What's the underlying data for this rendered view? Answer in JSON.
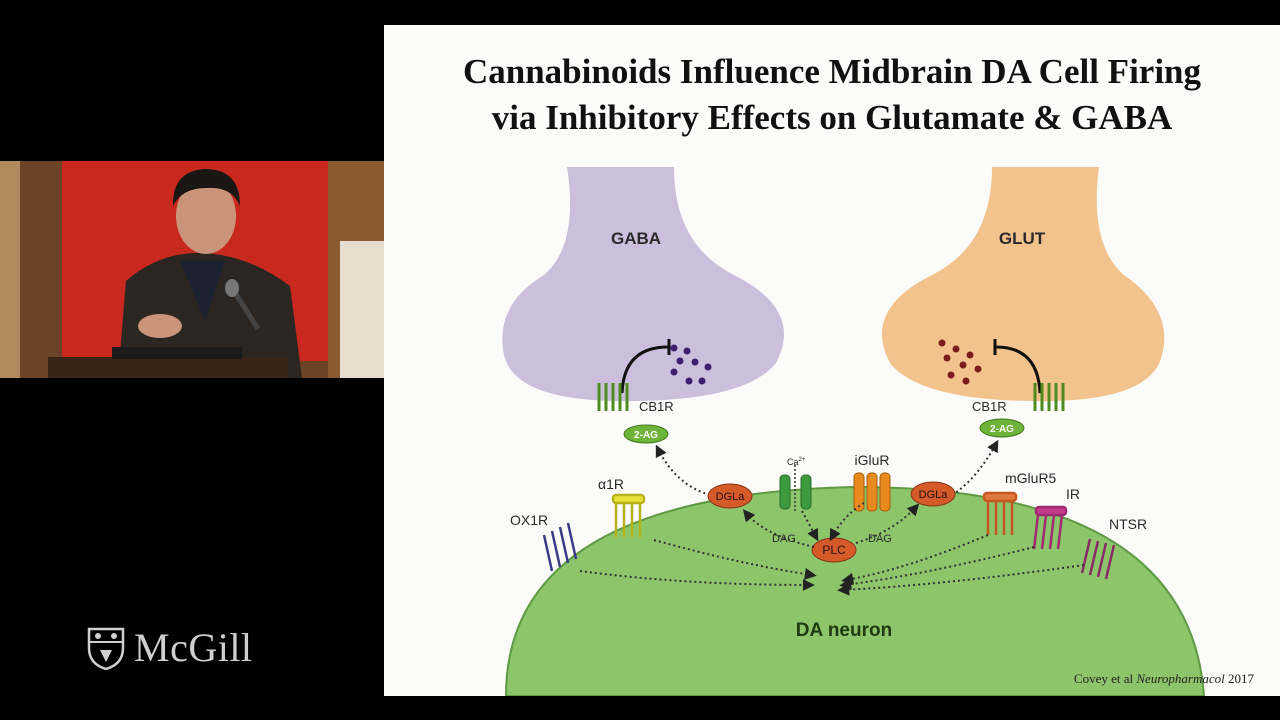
{
  "slide": {
    "title_line1": "Cannabinoids Influence Midbrain DA Cell Firing",
    "title_line2": "via Inhibitory Effects on Glutamate & GABA",
    "citation_authors": "Covey et al ",
    "citation_journal": "Neuropharmacol",
    "citation_year": " 2017"
  },
  "diagram": {
    "gaba_terminal": "GABA",
    "glut_terminal": "GLUT",
    "cb1r_left": "CB1R",
    "cb1r_right": "CB1R",
    "two_ag_left": "2-AG",
    "two_ag_right": "2-AG",
    "dgla_left": "DGLa",
    "dgla_right": "DGLa",
    "ca2": "Ca",
    "ca2_sup": "2+",
    "iglur": "iGluR",
    "a1r": "α1R",
    "ox1r": "OX1R",
    "mglur5": "mGluR5",
    "ir": "IR",
    "ntsr": "NTSR",
    "dag_left": "DAG",
    "dag_right": "DAG",
    "plc": "PLC",
    "neuron": "DA neuron"
  },
  "logo": {
    "name": "McGill"
  },
  "colors": {
    "gaba_terminal": "#cbbfdc",
    "glut_terminal": "#f2c38c",
    "neuron": "#8cc56a",
    "cb1r": "#7dbd3c",
    "dgla": "#d45a2a",
    "plc": "#d45a2a",
    "gaba_vesicle": "#3d1f6e",
    "glut_vesicle": "#7a1d1d",
    "ox1r": "#4a4aa5",
    "a1r": "#d9d531",
    "mglur5": "#e07a3a",
    "ir": "#c43a8c",
    "ntsr": "#a03a7c",
    "iglur": "#e88a1e",
    "ca_channel": "#3e9a3e"
  }
}
